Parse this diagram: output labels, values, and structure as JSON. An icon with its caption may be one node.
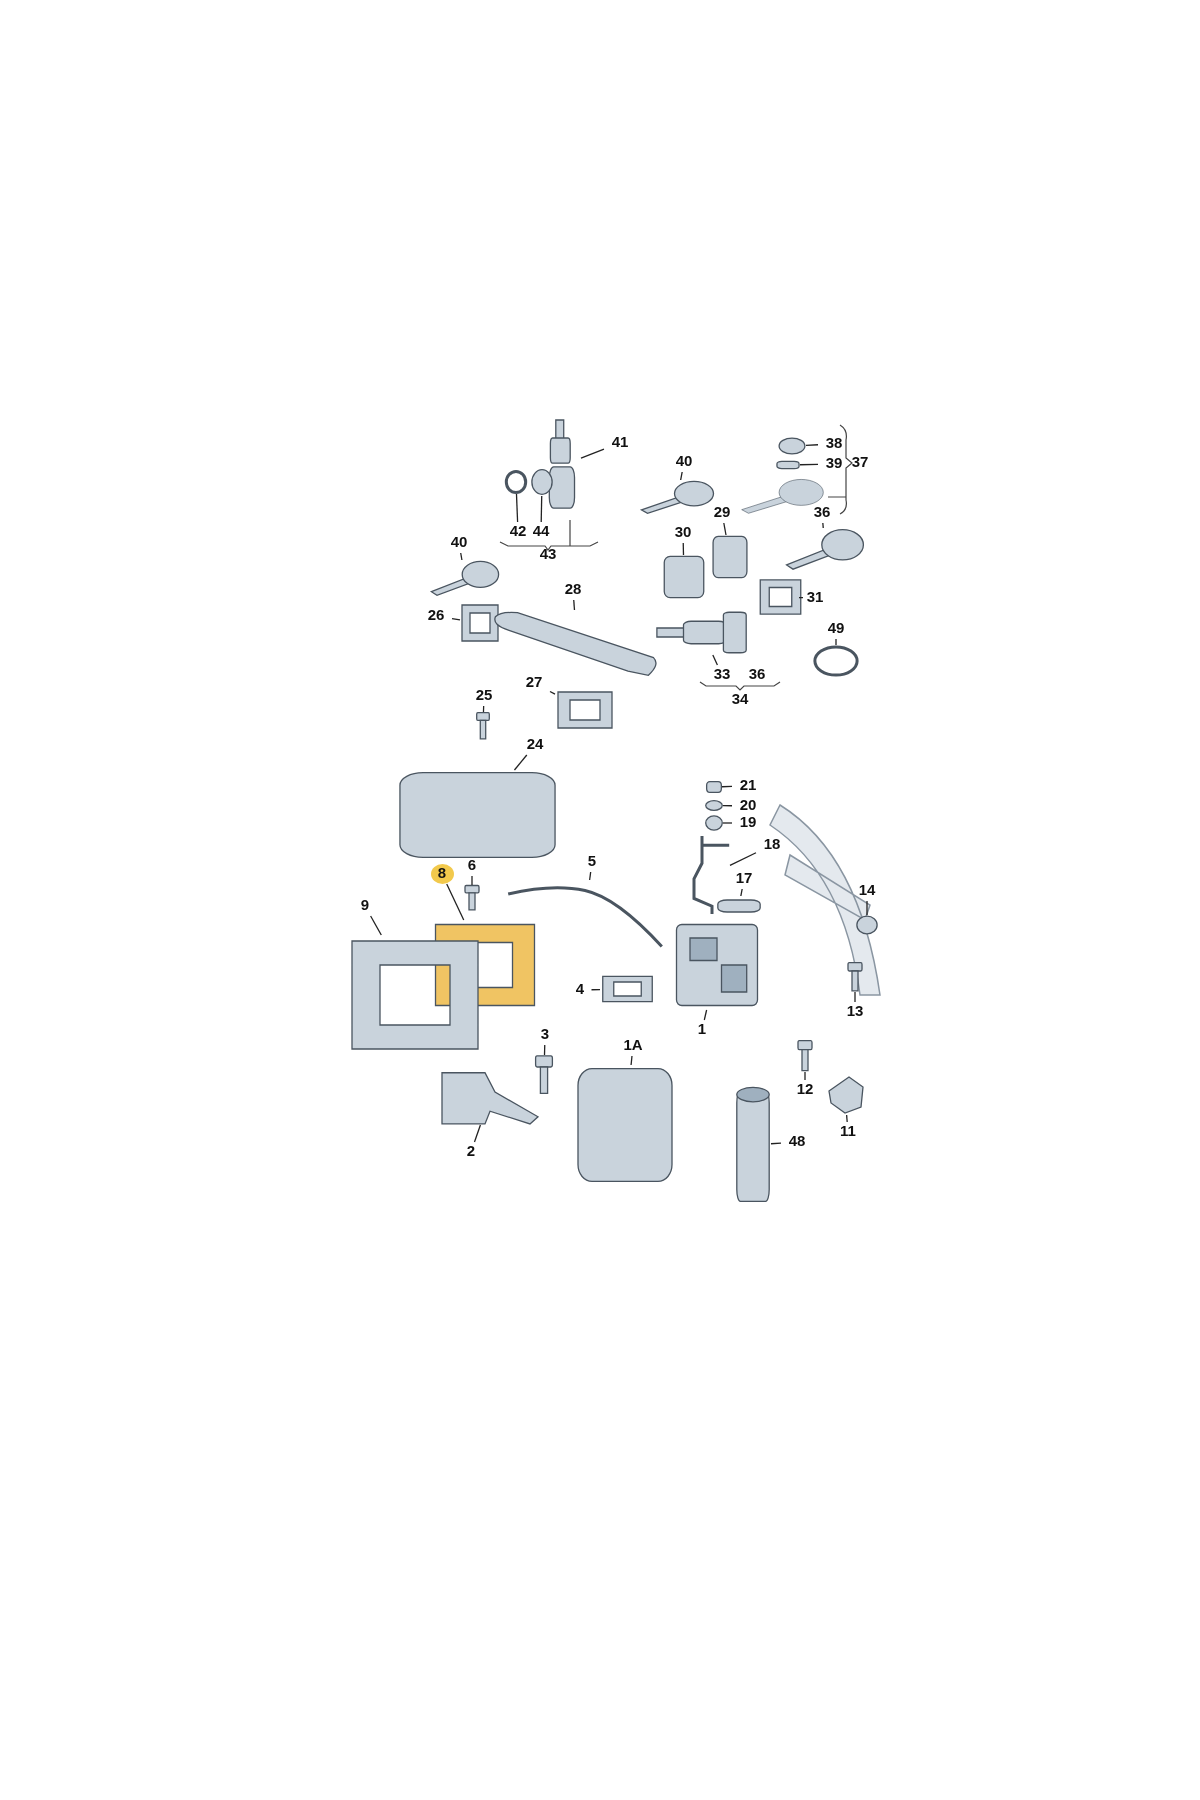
{
  "diagram": {
    "nodes": [
      {
        "text": [
          "41"
        ]
      },
      {
        "text": [],
        "shape": "picture"
      },
      {
        "text": [
          "42"
        ]
      },
      {
        "text": [],
        "shape": "circle"
      },
      {
        "text": [
          "44"
        ]
      },
      {
        "text": [],
        "shape": "circle"
      },
      {
        "text": [
          "40"
        ]
      },
      {
        "text": [],
        "shape": "picture"
      },
      {
        "text": [
          "38"
        ]
      },
      {
        "text": [],
        "shape": "circle"
      },
      {
        "text": [
          "39"
        ]
      },
      {
        "text": [],
        "shape": "box"
      },
      {
        "text": [
          "30"
        ]
      },
      {
        "text": [],
        "shape": "box"
      },
      {
        "text": [
          "29"
        ]
      },
      {
        "text": [],
        "shape": "box"
      },
      {
        "text": [
          "36"
        ]
      },
      {
        "text": [],
        "shape": "picture"
      },
      {
        "text": [
          "40"
        ]
      },
      {
        "text": [],
        "shape": "picture"
      },
      {
        "text": [
          "26"
        ]
      },
      {
        "text": [],
        "shape": "picture"
      },
      {
        "text": [
          "28"
        ]
      },
      {
        "text": [],
        "shape": "picture"
      },
      {
        "text": [
          "27"
        ]
      },
      {
        "text": [],
        "shape": "picture"
      },
      {
        "text": [
          "25"
        ]
      },
      {
        "text": [],
        "shape": "picture"
      },
      {
        "text": [
          "24"
        ]
      },
      {
        "text": [],
        "shape": "box"
      },
      {
        "text": [
          "21"
        ]
      },
      {
        "text": [],
        "shape": "box"
      },
      {
        "text": [
          "20"
        ]
      },
      {
        "text": [],
        "shape": "circle"
      },
      {
        "text": [
          "19"
        ]
      },
      {
        "text": [],
        "shape": "circle"
      },
      {
        "text": [
          "18"
        ]
      },
      {
        "text": [],
        "shape": "picture"
      },
      {
        "text": [
          "5"
        ]
      },
      {
        "text": [],
        "shape": "picture"
      },
      {
        "text": [
          "6"
        ]
      },
      {
        "text": [],
        "shape": "picture"
      },
      {
        "text": [
          "8"
        ]
      },
      {
        "text": [],
        "shape": "picture"
      },
      {
        "text": [
          "9"
        ]
      },
      {
        "text": [],
        "shape": "picture"
      },
      {
        "text": [
          "17"
        ]
      },
      {
        "text": [],
        "shape": "box"
      },
      {
        "text": [
          "14"
        ]
      },
      {
        "text": [],
        "shape": "circle"
      },
      {
        "text": [
          "4"
        ]
      },
      {
        "text": [],
        "shape": "picture"
      },
      {
        "text": [
          "1"
        ]
      },
      {
        "text": [],
        "shape": "picture"
      },
      {
        "text": [
          "13"
        ]
      },
      {
        "text": [],
        "shape": "picture"
      },
      {
        "text": [
          "3"
        ]
      },
      {
        "text": [],
        "shape": "picture"
      },
      {
        "text": [
          "2"
        ]
      },
      {
        "text": [],
        "shape": "picture"
      },
      {
        "text": [
          "1A"
        ]
      },
      {
        "text": [],
        "shape": "box"
      },
      {
        "text": [
          "12"
        ]
      },
      {
        "text": [],
        "shape": "picture"
      },
      {
        "text": [
          "11"
        ]
      },
      {
        "text": [],
        "shape": "picture"
      },
      {
        "text": [
          "48"
        ]
      },
      {
        "text": [],
        "shape": "cylinder"
      },
      {
        "text": [
          "31"
        ]
      },
      {
        "text": [],
        "shape": "picture"
      },
      {
        "text": [
          "49"
        ]
      },
      {
        "text": [],
        "shape": "circle"
      },
      {
        "text": [
          "33"
        ]
      },
      {
        "text": [],
        "shape": "picture"
      }
    ],
    "edges": [
      {
        "from": 0,
        "to": 1,
        "arrow": "none"
      },
      {
        "from": 2,
        "to": 3,
        "arrow": "none"
      },
      {
        "from": 4,
        "to": 5,
        "arrow": "none"
      },
      {
        "from": 6,
        "to": 7,
        "arrow": "none"
      },
      {
        "from": 8,
        "to": 9,
        "arrow": "none"
      },
      {
        "from": 10,
        "to": 11,
        "arrow": "none"
      },
      {
        "from": 12,
        "to": 13,
        "arrow": "none"
      },
      {
        "from": 14,
        "to": 15,
        "arrow": "none"
      },
      {
        "from": 16,
        "to": 17,
        "arrow": "none"
      },
      {
        "from": 18,
        "to": 19,
        "arrow": "none"
      },
      {
        "from": 20,
        "to": 21,
        "arrow": "none"
      },
      {
        "from": 22,
        "to": 23,
        "arrow": "none"
      },
      {
        "from": 24,
        "to": 25,
        "arrow": "none"
      },
      {
        "from": 26,
        "to": 27,
        "arrow": "none"
      },
      {
        "from": 28,
        "to": 29,
        "arrow": "none"
      },
      {
        "from": 30,
        "to": 31,
        "arrow": "none"
      },
      {
        "from": 32,
        "to": 33,
        "arrow": "none"
      },
      {
        "from": 34,
        "to": 35,
        "arrow": "none"
      },
      {
        "from": 36,
        "to": 37,
        "arrow": "none"
      },
      {
        "from": 38,
        "to": 39,
        "arrow": "none"
      },
      {
        "from": 40,
        "to": 41,
        "arrow": "none"
      },
      {
        "from": 42,
        "to": 43,
        "arrow": "none"
      },
      {
        "from": 44,
        "to": 45,
        "arrow": "none"
      },
      {
        "from": 46,
        "to": 47,
        "arrow": "none"
      },
      {
        "from": 48,
        "to": 49,
        "arrow": "none"
      },
      {
        "from": 50,
        "to": 51,
        "arrow": "none"
      },
      {
        "from": 52,
        "to": 53,
        "arrow": "none"
      },
      {
        "from": 54,
        "to": 55,
        "arrow": "none"
      },
      {
        "from": 56,
        "to": 57,
        "arrow": "none"
      },
      {
        "from": 58,
        "to": 59,
        "arrow": "none"
      },
      {
        "from": 60,
        "to": 61,
        "arrow": "none"
      },
      {
        "from": 62,
        "to": 63,
        "arrow": "none"
      },
      {
        "from": 64,
        "to": 65,
        "arrow": "none"
      },
      {
        "from": 66,
        "to": 67,
        "arrow": "none"
      },
      {
        "from": 68,
        "to": 69,
        "arrow": "none"
      },
      {
        "from": 70,
        "to": 71,
        "arrow": "none"
      },
      {
        "from": 72,
        "to": 73,
        "arrow": "none"
      }
    ],
    "labels": [
      "37",
      "43",
      "36",
      "34"
    ]
  }
}
